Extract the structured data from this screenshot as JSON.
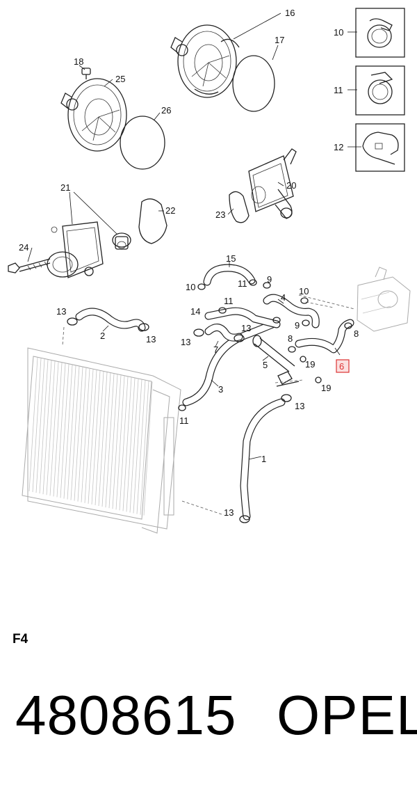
{
  "diagram": {
    "callouts": [
      "1",
      "2",
      "3",
      "4",
      "5",
      "6",
      "7",
      "8",
      "9",
      "10",
      "11",
      "12",
      "13",
      "14",
      "15",
      "16",
      "17",
      "18",
      "19",
      "20",
      "21",
      "22",
      "23",
      "24",
      "25",
      "26"
    ],
    "highlighted_callout": "6",
    "highlight_color": "#dd3333"
  },
  "footer": {
    "page_code": "F4",
    "part_number": "4808615",
    "brand": "OPEL"
  }
}
